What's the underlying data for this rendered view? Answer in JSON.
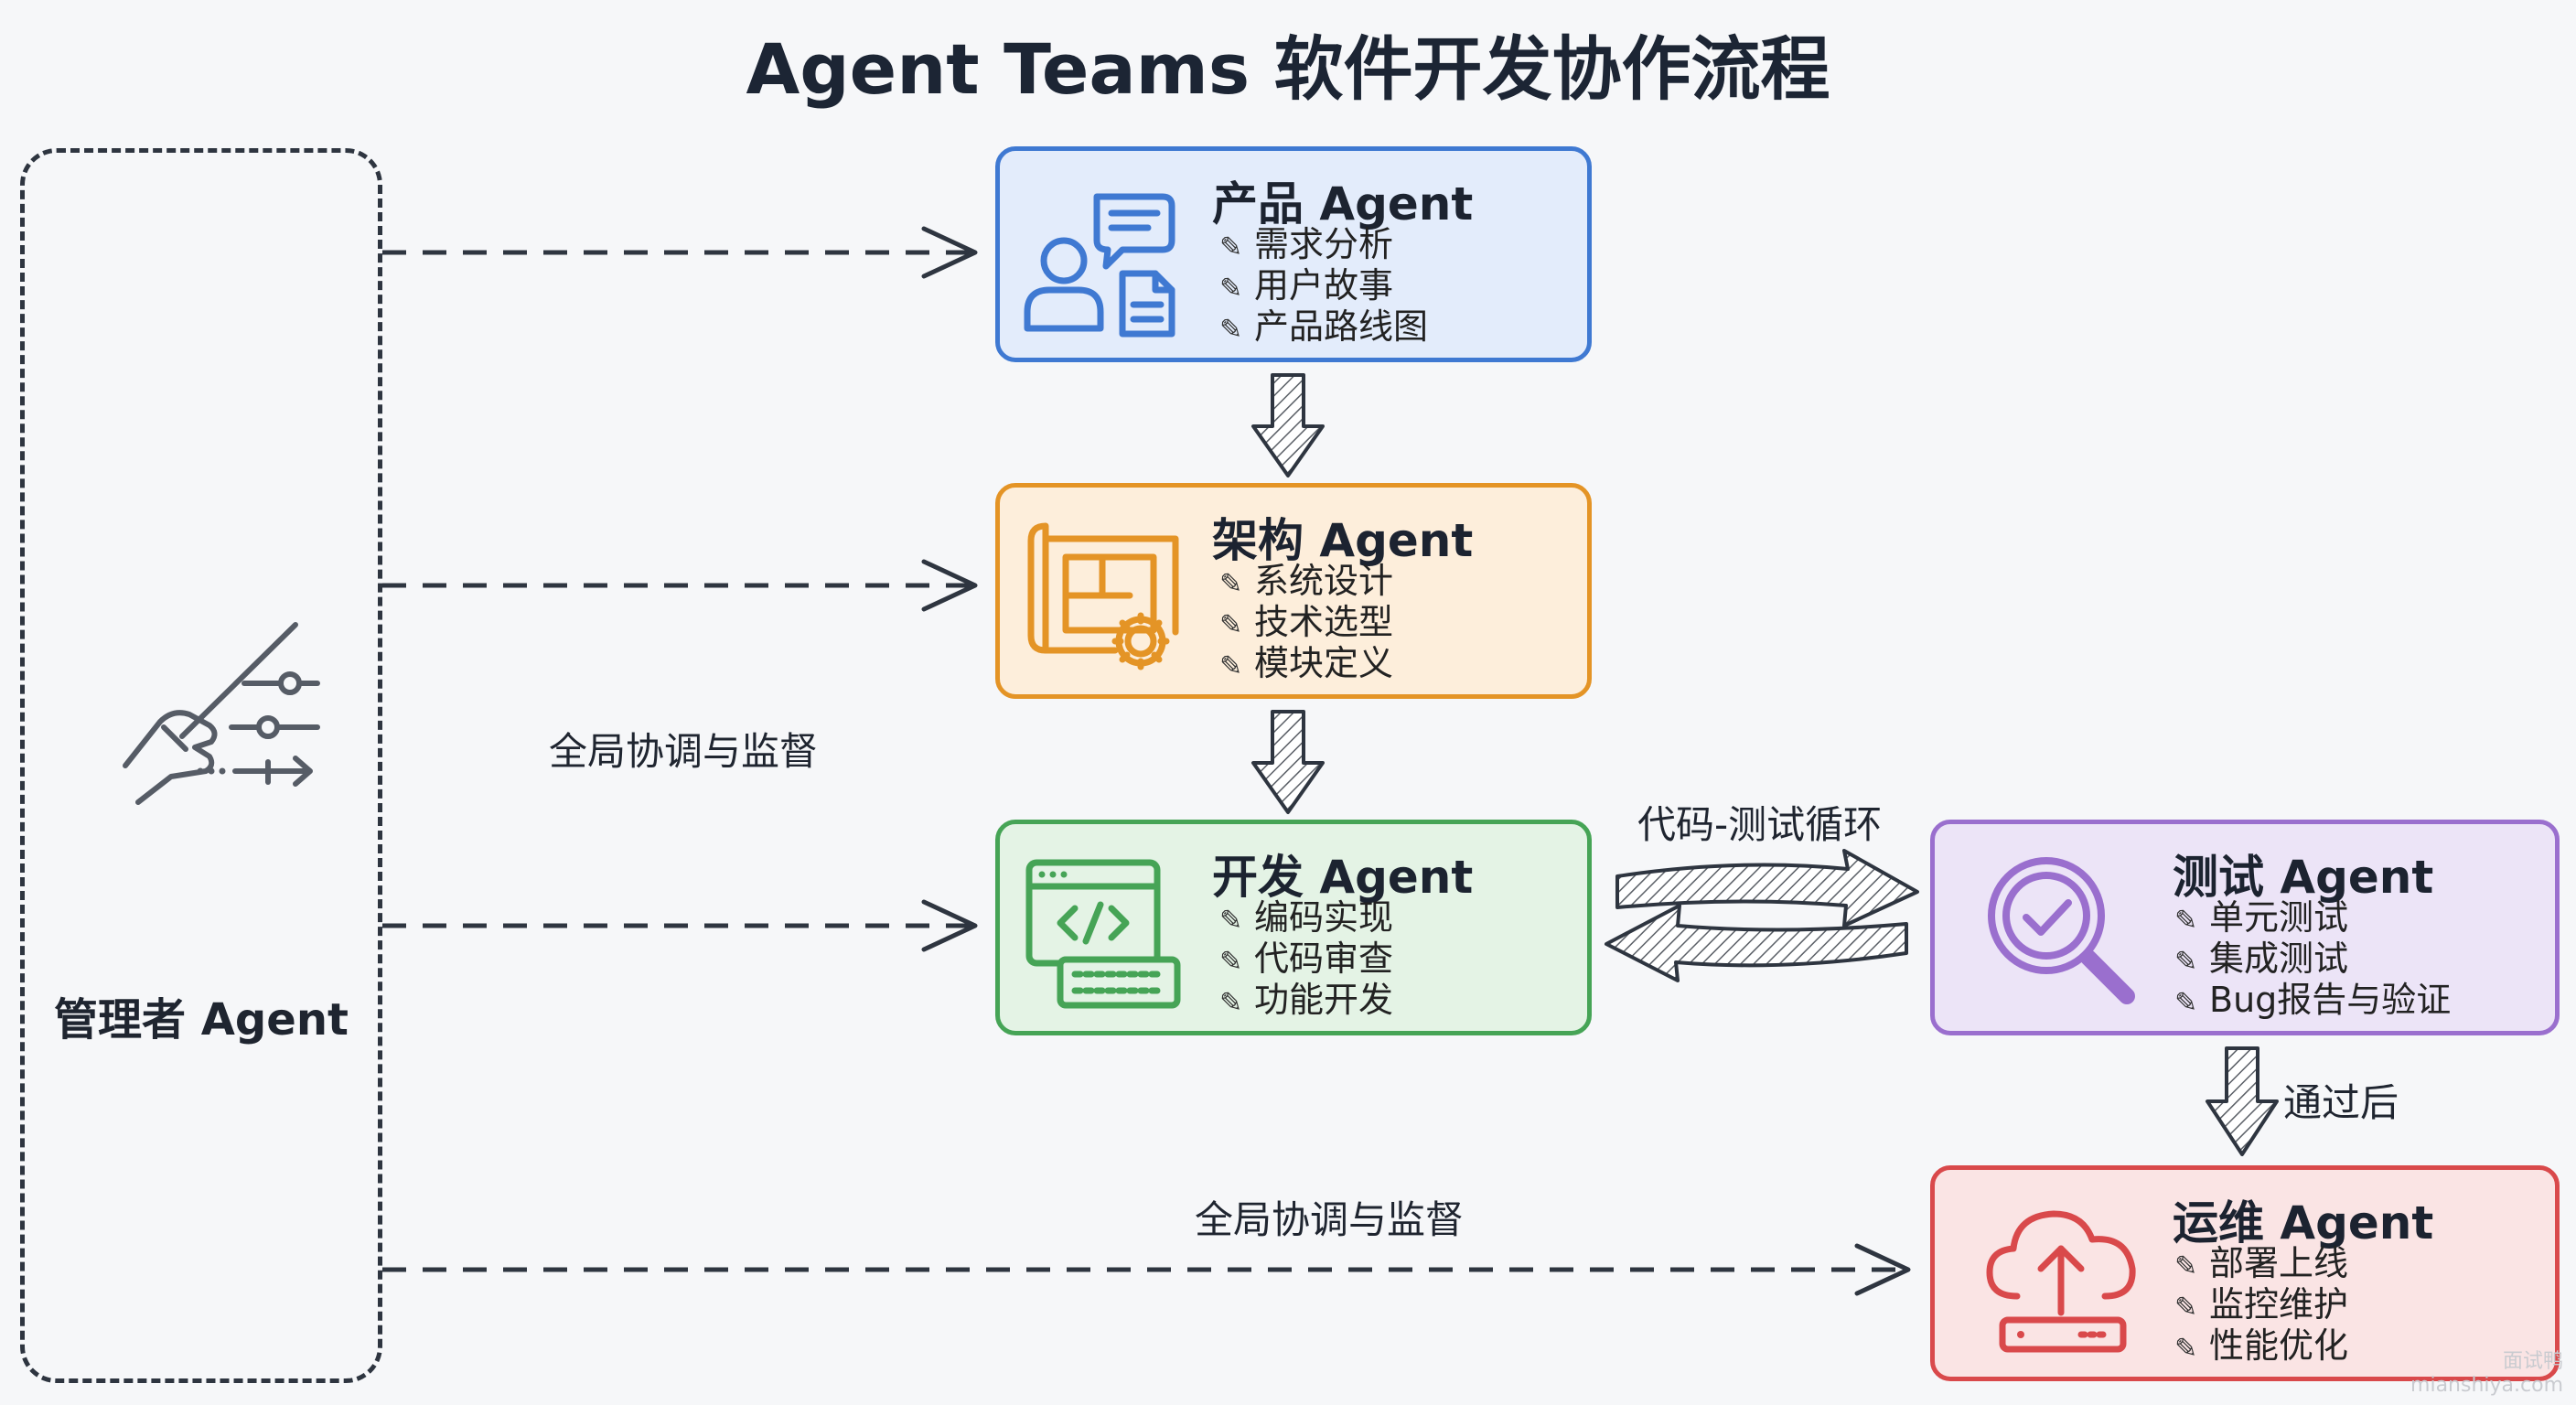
{
  "title": "Agent Teams 软件开发协作流程",
  "manager": {
    "label": "管理者 Agent"
  },
  "notes": {
    "coordination_left": "全局协调与监督",
    "coordination_bottom": "全局协调与监督",
    "loop": "代码-测试循环",
    "pass": "通过后"
  },
  "agents": {
    "product": {
      "name": "产品 Agent",
      "items": [
        "需求分析",
        "用户故事",
        "产品路线图"
      ],
      "icon": "user-document-icon",
      "color": "#3f79d2"
    },
    "architecture": {
      "name": "架构 Agent",
      "items": [
        "系统设计",
        "技术选型",
        "模块定义"
      ],
      "icon": "blueprint-gear-icon",
      "color": "#e49426"
    },
    "development": {
      "name": "开发 Agent",
      "items": [
        "编码实现",
        "代码审查",
        "功能开发"
      ],
      "icon": "code-keyboard-icon",
      "color": "#46a456"
    },
    "testing": {
      "name": "测试 Agent",
      "items": [
        "单元测试",
        "集成测试",
        "Bug报告与验证"
      ],
      "icon": "magnifier-check-icon",
      "color": "#9a6fce"
    },
    "ops": {
      "name": "运维 Agent",
      "items": [
        "部署上线",
        "监控维护",
        "性能优化"
      ],
      "icon": "cloud-upload-server-icon",
      "color": "#d9494b"
    }
  },
  "watermark": {
    "line1": "面试鸭",
    "line2": "mianshiya.com"
  }
}
